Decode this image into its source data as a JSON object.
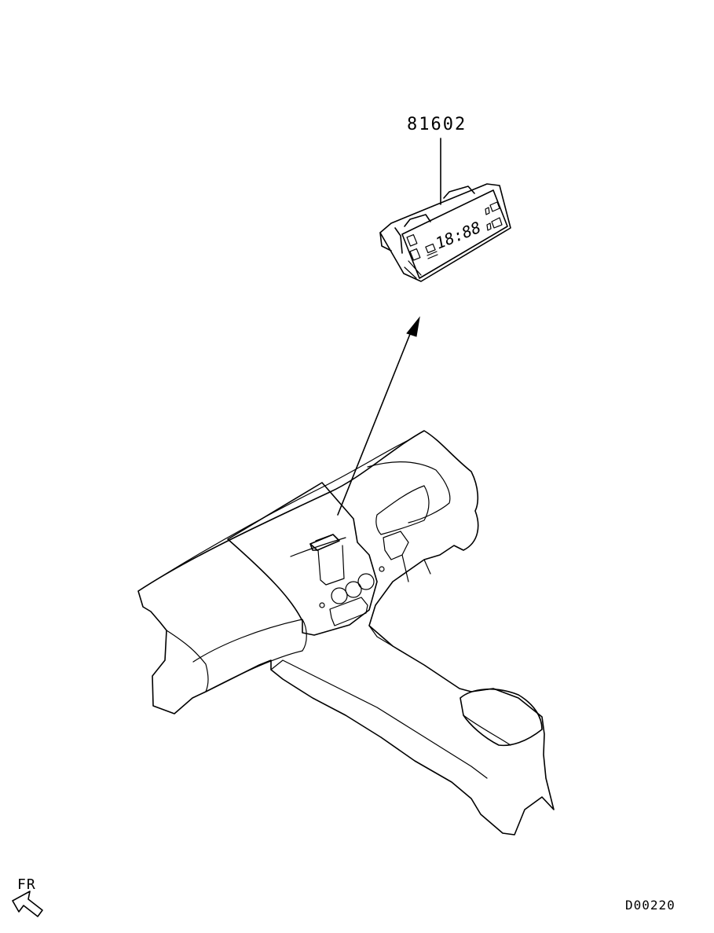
{
  "part_number": "81602",
  "clock_display_text": "18:88",
  "front_label": "FR",
  "diagram_code": "D00220"
}
